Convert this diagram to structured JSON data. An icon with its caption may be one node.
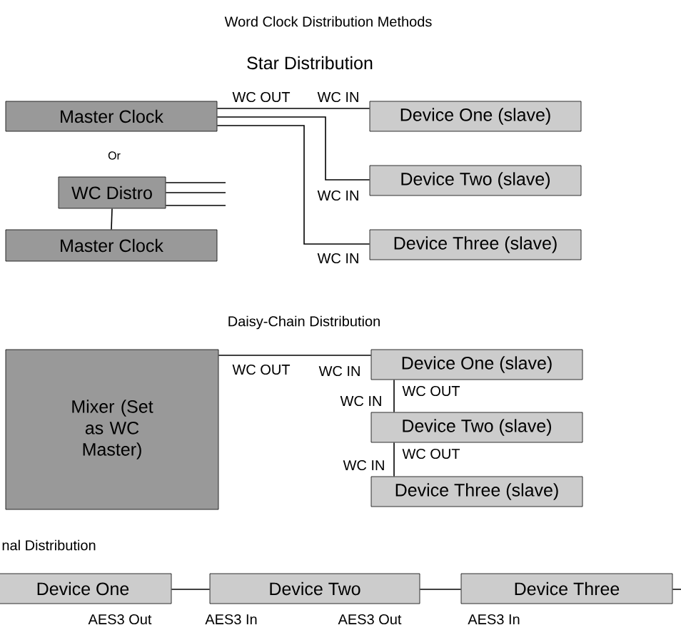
{
  "diagram": {
    "title": "Word Clock Distribution Methods",
    "nodes": [
      {
        "text": [
          "Master Clock"
        ]
      },
      {
        "text": [
          "Device One (slave)"
        ]
      },
      {
        "text": [
          "Device Two (slave)"
        ]
      },
      {
        "text": [
          "Device Three (slave)"
        ]
      },
      {
        "text": [
          "WC Distro"
        ]
      },
      {
        "text": [
          "Master Clock"
        ]
      },
      {
        "text": [
          "Mixer (Set as WC Master)"
        ]
      },
      {
        "text": [
          "Device One (slave)"
        ]
      },
      {
        "text": [
          "Device Two (slave)"
        ]
      },
      {
        "text": [
          "Device Three (slave)"
        ]
      },
      {
        "text": [
          "Device One"
        ]
      },
      {
        "text": [
          "Device Two"
        ]
      },
      {
        "text": [
          "Device Three"
        ]
      }
    ],
    "edges": [
      {
        "from": 0,
        "to": 1,
        "arrow": "none"
      },
      {
        "from": 0,
        "to": 2,
        "arrow": "none"
      },
      {
        "from": 0,
        "to": 3,
        "arrow": "none"
      },
      {
        "from": 4,
        "to": null,
        "arrow": "none"
      },
      {
        "from": 4,
        "to": null,
        "arrow": "none"
      },
      {
        "from": 4,
        "to": null,
        "arrow": "none"
      },
      {
        "from": 4,
        "to": 5,
        "arrow": "none"
      },
      {
        "from": 6,
        "to": 7,
        "arrow": "none"
      },
      {
        "from": 7,
        "to": 8,
        "arrow": "none"
      },
      {
        "from": 8,
        "to": 9,
        "arrow": "none"
      },
      {
        "from": 10,
        "to": 11,
        "arrow": "none"
      },
      {
        "from": 11,
        "to": 12,
        "arrow": "none"
      },
      {
        "from": 12,
        "to": null,
        "arrow": "none"
      }
    ],
    "labels": [
      "Star Distribution",
      "WC OUT",
      "WC IN",
      "Or",
      "WC IN",
      "WC IN",
      "Daisy-Chain Distribution",
      "WC OUT",
      "WC IN",
      "WC IN",
      "WC OUT",
      "WC IN",
      "WC OUT",
      "nal Distribution",
      "AES3 Out",
      "AES3 In",
      "AES3 Out",
      "AES3 In"
    ]
  }
}
